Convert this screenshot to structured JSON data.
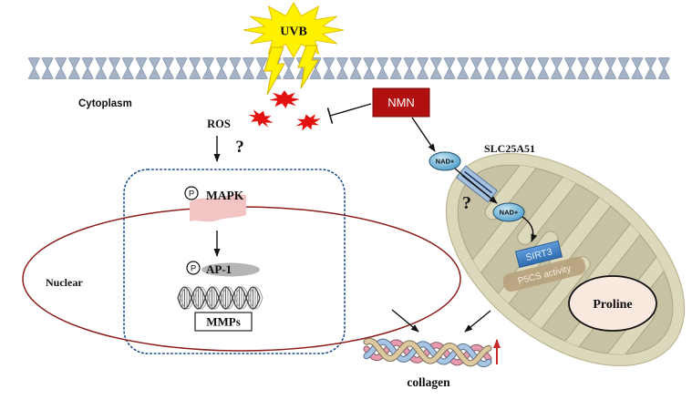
{
  "stimulus": {
    "uvb": "UVB"
  },
  "compartments": {
    "cytoplasm": "Cytoplasm",
    "nuclear": "Nuclear"
  },
  "cytoplasm_pathway": {
    "ros": "ROS",
    "mapk": "MAPK",
    "ap1": "AP-1",
    "mmps": "MMPs"
  },
  "nmn_pathway": {
    "nmn": "NMN",
    "nad_cytosol": "NAD+",
    "transporter": "SLC25A51",
    "nad_mitochondria": "NAD+",
    "sirt3": "SIRT3",
    "p5cs": "P5CS activity",
    "proline": "Proline"
  },
  "outcome": {
    "collagen": "collagen"
  },
  "marks": {
    "phosphorylation": "P",
    "unknown": "?"
  },
  "colors": {
    "nmn": "#b2100f",
    "ros": "#e3120f",
    "uvb": "#fff200",
    "nuclear_envelope": "#8b1d1d",
    "question_mark": "#b31f1f",
    "collagen_label": "#a3161a",
    "increase_arrow": "#c62828"
  }
}
